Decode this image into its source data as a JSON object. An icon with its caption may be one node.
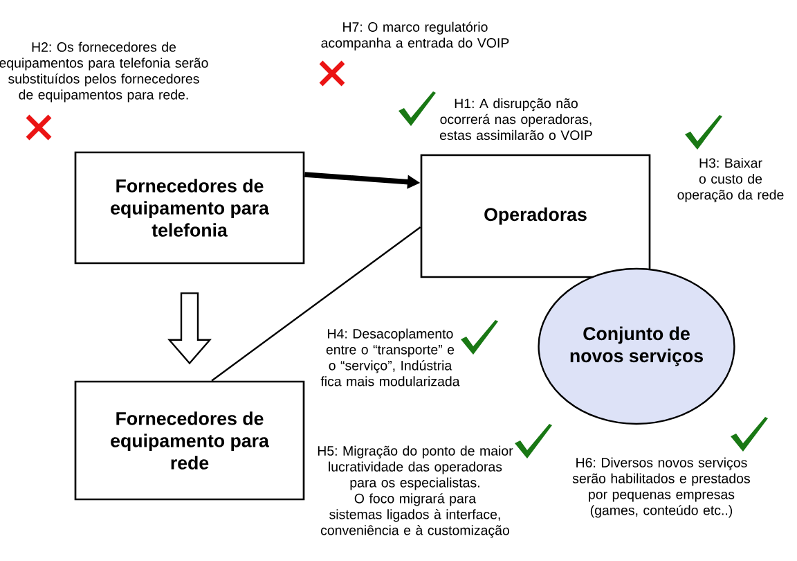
{
  "diagram": {
    "nodes": [
      {
        "text": [
          "Fornecedores de equipamento para telefonia"
        ]
      },
      {
        "text": [
          "Operadoras"
        ]
      },
      {
        "text": [
          "Fornecedores de equipamento para rede"
        ]
      },
      {
        "text": [
          "Conjunto de novos serviços"
        ]
      }
    ],
    "edges": [
      {
        "from": 0,
        "to": 1,
        "arrow": "to",
        "style": "thick"
      },
      {
        "from": 2,
        "to": 1,
        "arrow": "none"
      },
      {
        "from": 0,
        "to": 2,
        "arrow": "to"
      }
    ],
    "labels": [
      "H2: Os fornecedores de equipamentos para telefonia serão substituídos pelos fornecedores de equipamentos para rede.",
      "H7: O marco regulatório acompanha a entrada do VOIP",
      "H1: A disrupção não ocorrerá nas operadoras, estas assimilarão o VOIP",
      "H3: Baixar o custo de operação da rede",
      "H4: Desacoplamento entre o “transporte” e o “serviço”, Indústria fica mais modularizada",
      "H5: Migração do ponto de maior lucratividade das operadoras para os especialistas. O foco migrará para sistemas ligados à interface, conveniência e à customização",
      "H6: Diversos novos serviços serão habilitados e prestados por pequenas empresas (games, conteúdo etc..)"
    ]
  }
}
